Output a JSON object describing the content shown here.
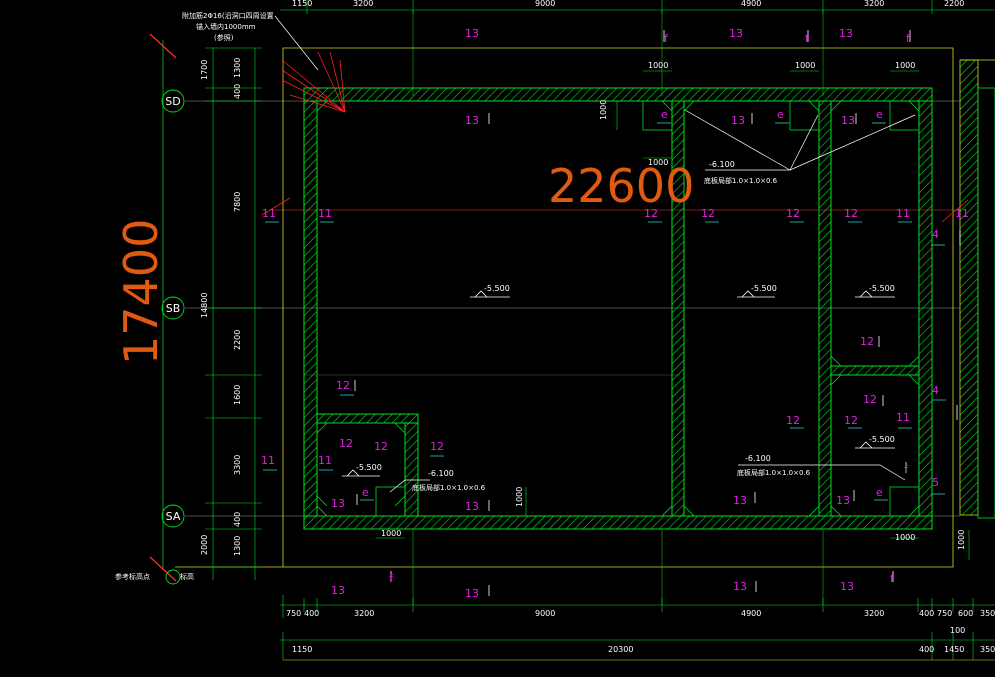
{
  "axes": {
    "sd": "SD",
    "sb": "SB",
    "sa": "SA"
  },
  "big_dims": {
    "horizontal": "22600",
    "vertical": "17400"
  },
  "top_dims": {
    "d1150": "1150",
    "d3200a": "3200",
    "d9000": "9000",
    "d4900": "4900",
    "d3200b": "3200",
    "d2200": "2200"
  },
  "bottom_dims_1": {
    "d750": "750",
    "d400a": "400",
    "d3200a": "3200",
    "d9000": "9000",
    "d4900": "4900",
    "d3200b": "3200",
    "d400b": "400",
    "d750b": "750",
    "d600": "600",
    "d350": "350"
  },
  "bottom_dims_2": {
    "d1150": "1150",
    "d20300": "20300",
    "d400": "400",
    "d1450": "1450",
    "d350": "350",
    "d100": "100"
  },
  "left_dims": {
    "d1700": "1700",
    "d1300a": "1300",
    "d400a": "400",
    "d7800": "7800",
    "d14800": "14800",
    "d2200": "2200",
    "d1600": "1600",
    "d3300": "3300",
    "d400b": "400",
    "d1300b": "1300",
    "d2000": "2000"
  },
  "small_dims": {
    "d1000": "1000"
  },
  "levels": {
    "l5500": "-5.500",
    "l6100": "-6.100"
  },
  "notes": {
    "sump_note": "底板局部1.0×1.0×0.6",
    "top_note_1": "附加筋2Φ16(沿洞口四周设置",
    "top_note_2": "锚入墙内1000mm",
    "top_note_3": "(参照)",
    "bottom_note": "参考标高点",
    "bottom_note_2": "标高"
  },
  "rebar_labels": {
    "n11": "11",
    "n12": "12",
    "n13": "13",
    "f": "f",
    "e": "e",
    "n4": "4",
    "n5": "5"
  },
  "colors": {
    "wall": "#00e020",
    "dim": "#00e020",
    "text": "#ffffff",
    "magenta": "#e020e0",
    "orange": "#e05a10",
    "red": "#ff2020",
    "yellow": "#e0e020",
    "grey": "#808080"
  }
}
